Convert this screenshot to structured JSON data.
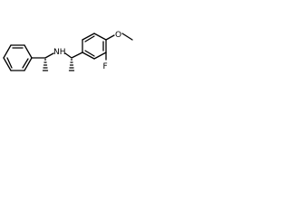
{
  "structure": {
    "atoms": {
      "amine_label": "NH",
      "fluorine_label": "F",
      "oxygen_label": "O"
    },
    "colors": {
      "bond": "#000000",
      "background": "#ffffff",
      "text": "#000000"
    }
  }
}
